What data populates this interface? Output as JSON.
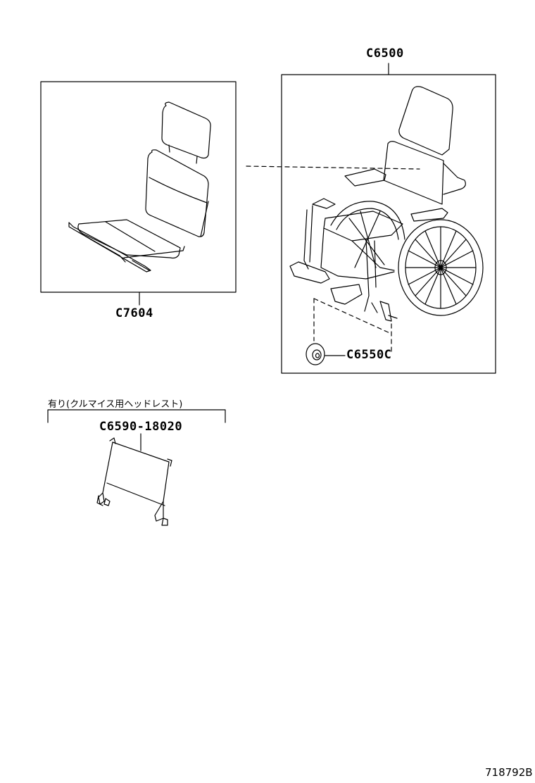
{
  "callouts": {
    "c6500": "C6500",
    "c7604": "C7604",
    "c6550c": "C6550C",
    "c6590": "C6590-18020"
  },
  "note": "有り(クルマイス用ヘッドレスト)",
  "figure_code": "718792B"
}
